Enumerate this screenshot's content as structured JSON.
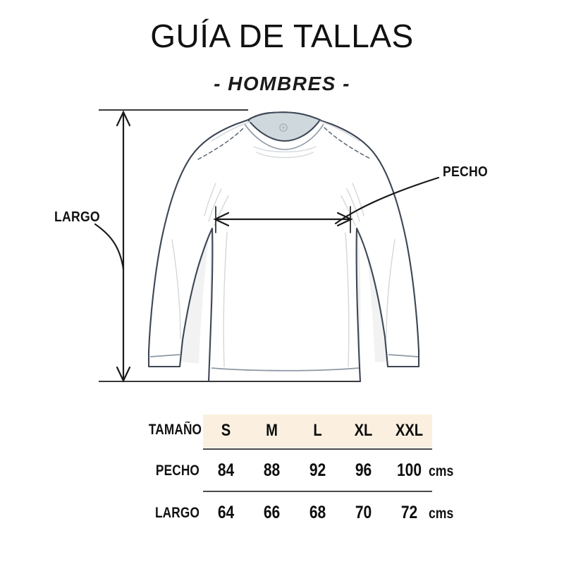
{
  "header": {
    "title": "GUÍA DE TALLAS",
    "subtitle": "- HOMBRES -"
  },
  "illustration": {
    "type": "long-sleeve-crew-neck-shirt",
    "callouts": {
      "length_label": "LARGO",
      "chest_label": "PECHO"
    },
    "colors": {
      "outline": "#3d4654",
      "collar_fill": "#cfd8dd",
      "shadow": "#efefef",
      "guide_line": "#3a3a3a"
    }
  },
  "table": {
    "row_labels": [
      "TAMAÑO",
      "PECHO",
      "LARGO"
    ],
    "sizes": [
      "S",
      "M",
      "L",
      "XL",
      "XXL"
    ],
    "rows": [
      {
        "label": "PECHO",
        "values": [
          "84",
          "88",
          "92",
          "96",
          "100"
        ],
        "unit": "cms"
      },
      {
        "label": "LARGO",
        "values": [
          "64",
          "66",
          "68",
          "70",
          "72"
        ],
        "unit": "cms"
      }
    ],
    "header_background": "#fbf0e0",
    "divider_color": "#4a4a4a"
  }
}
